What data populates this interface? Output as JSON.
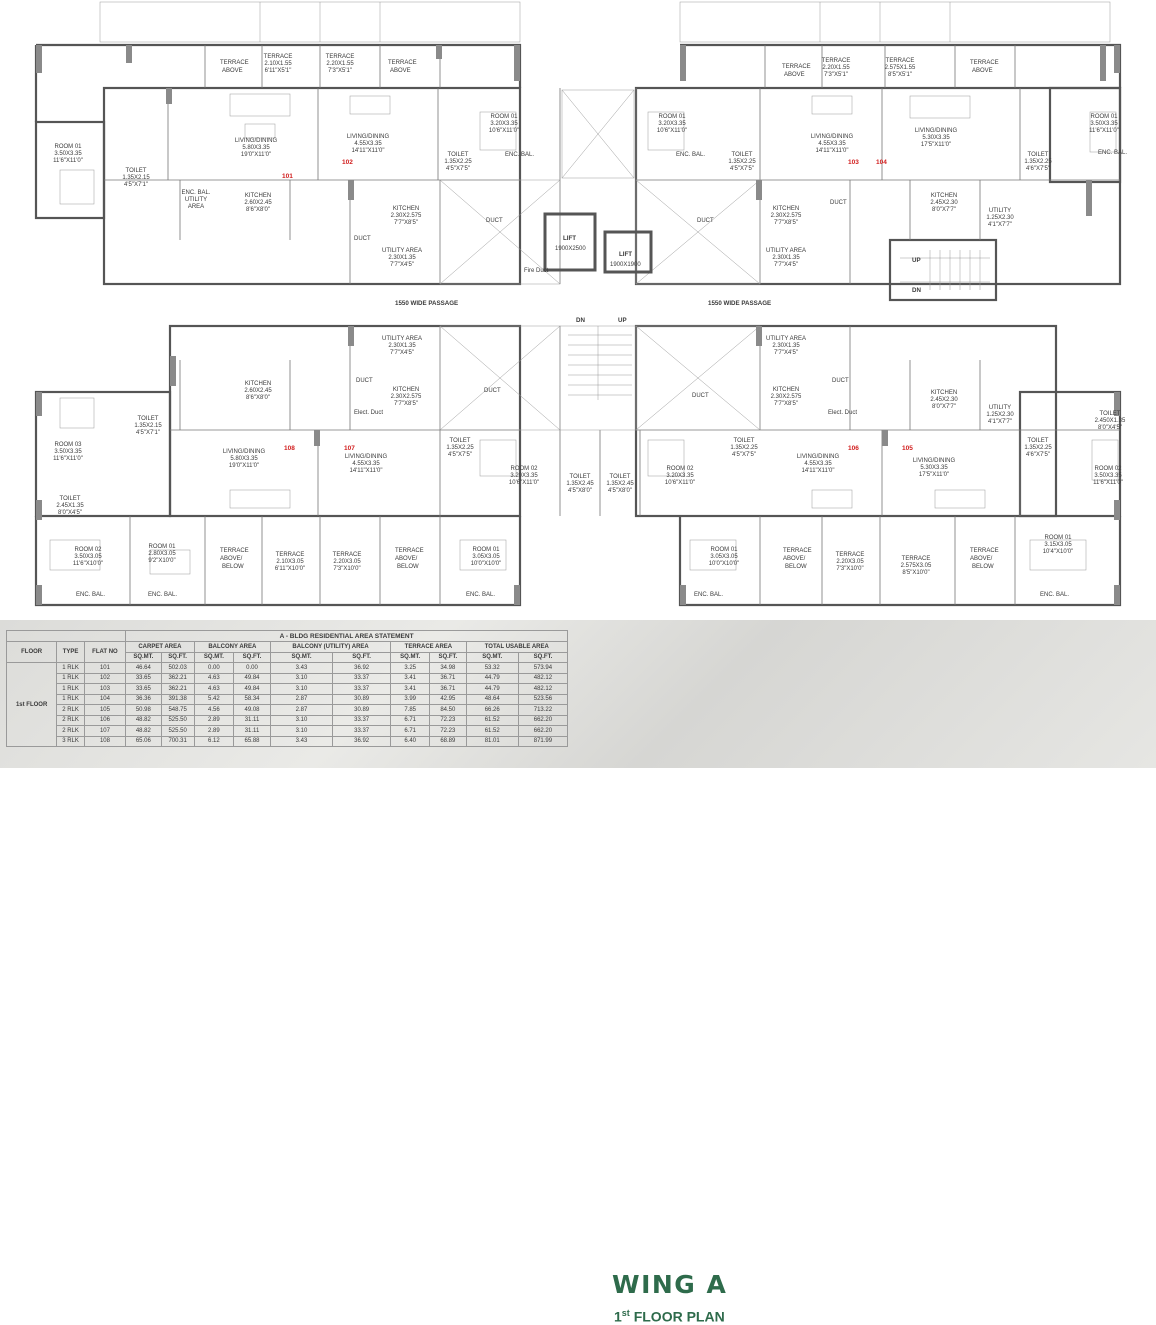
{
  "plan": {
    "flat_numbers": [
      "101",
      "102",
      "103",
      "104",
      "105",
      "106",
      "107",
      "108"
    ],
    "passage_label": "1550 WIDE PASSAGE",
    "stair": {
      "dn": "DN",
      "up": "UP"
    },
    "duct": "DUCT",
    "elect_duct": "Elect. Duct",
    "fire_duct": "Fire Duct",
    "lift1": {
      "name": "LIFT",
      "size": "1900X2500"
    },
    "lift2": {
      "name": "LIFT",
      "size": "1900X1900"
    },
    "enc_bal": "ENC. BAL.",
    "terrace_above": [
      "TERRACE",
      "ABOVE"
    ],
    "terrace_above_below": [
      "TERRACE",
      "ABOVE/",
      "BELOW"
    ],
    "rooms": [
      {
        "n": "TERRACE",
        "m": "2.10X1.55",
        "i": "6'11\"X5'1\""
      },
      {
        "n": "TERRACE",
        "m": "2.20X1.55",
        "i": "7'3\"X5'1\""
      },
      {
        "n": "TERRACE",
        "m": "2.20X1.55",
        "i": "7'3\"X5'1\""
      },
      {
        "n": "TERRACE",
        "m": "2.575X1.55",
        "i": "8'5\"X5'1\""
      },
      {
        "n": "ROOM 01",
        "m": "3.50X3.35",
        "i": "11'6\"X11'0\""
      },
      {
        "n": "TOILET",
        "m": "1.35X2.15",
        "i": "4'5\"X7'1\""
      },
      {
        "n": "LIVING/DINING",
        "m": "5.80X3.35",
        "i": "19'0\"X11'0\""
      },
      {
        "n": "LIVING/DINING",
        "m": "4.55X3.35",
        "i": "14'11\"X11'0\""
      },
      {
        "n": "ROOM 01",
        "m": "3.20X3.35",
        "i": "10'6\"X11'0\""
      },
      {
        "n": "TOILET",
        "m": "1.35X2.25",
        "i": "4'5\"X7'5\""
      },
      {
        "n": "ROOM 01",
        "m": "3.20X3.35",
        "i": "10'6\"X11'0\""
      },
      {
        "n": "TOILET",
        "m": "1.35X2.25",
        "i": "4'5\"X7'5\""
      },
      {
        "n": "LIVING/DINING",
        "m": "4.55X3.35",
        "i": "14'11\"X11'0\""
      },
      {
        "n": "LIVING/DINING",
        "m": "5.30X3.35",
        "i": "17'5\"X11'0\""
      },
      {
        "n": "TOILET",
        "m": "1.35X2.25",
        "i": "4'6\"X7'5\""
      },
      {
        "n": "ROOM 01",
        "m": "3.50X3.35",
        "i": "11'6\"X11'0\""
      },
      {
        "n": "ENC. BAL.",
        "m": "UTILITY",
        "i": "AREA"
      },
      {
        "n": "KITCHEN",
        "m": "2.60X2.45",
        "i": "8'6\"X8'0\""
      },
      {
        "n": "KITCHEN",
        "m": "2.30X2.575",
        "i": "7'7\"X8'5\""
      },
      {
        "n": "UTILITY AREA",
        "m": "2.30X1.35",
        "i": "7'7\"X4'5\""
      },
      {
        "n": "KITCHEN",
        "m": "2.30X2.575",
        "i": "7'7\"X8'5\""
      },
      {
        "n": "UTILITY AREA",
        "m": "2.30X1.35",
        "i": "7'7\"X4'5\""
      },
      {
        "n": "KITCHEN",
        "m": "2.45X2.30",
        "i": "8'0\"X7'7\""
      },
      {
        "n": "UTILITY",
        "m": "1.25X2.30",
        "i": "4'1\"X7'7\""
      },
      {
        "n": "KITCHEN",
        "m": "2.60X2.45",
        "i": "8'6\"X8'0\""
      },
      {
        "n": "KITCHEN",
        "m": "2.30X2.575",
        "i": "7'7\"X8'5\""
      },
      {
        "n": "UTILITY AREA",
        "m": "2.30X1.35",
        "i": "7'7\"X4'5\""
      },
      {
        "n": "KITCHEN",
        "m": "2.30X2.575",
        "i": "7'7\"X8'5\""
      },
      {
        "n": "UTILITY AREA",
        "m": "2.30X1.35",
        "i": "7'7\"X4'5\""
      },
      {
        "n": "KITCHEN",
        "m": "2.45X2.30",
        "i": "8'0\"X7'7\""
      },
      {
        "n": "UTILITY",
        "m": "1.25X2.30",
        "i": "4'1\"X7'7\""
      },
      {
        "n": "ROOM 03",
        "m": "3.50X3.35",
        "i": "11'6\"X11'0\""
      },
      {
        "n": "TOILET",
        "m": "1.35X2.15",
        "i": "4'5\"X7'1\""
      },
      {
        "n": "LIVING/DINING",
        "m": "5.80X3.35",
        "i": "19'0\"X11'0\""
      },
      {
        "n": "LIVING/DINING",
        "m": "4.55X3.35",
        "i": "14'11\"X11'0\""
      },
      {
        "n": "TOILET",
        "m": "1.35X2.25",
        "i": "4'5\"X7'5\""
      },
      {
        "n": "ROOM 02",
        "m": "3.20X3.35",
        "i": "10'6\"X11'0\""
      },
      {
        "n": "TOILET",
        "m": "1.35X2.45",
        "i": "4'5\"X8'0\""
      },
      {
        "n": "TOILET",
        "m": "1.35X2.45",
        "i": "4'5\"X8'0\""
      },
      {
        "n": "ROOM 02",
        "m": "3.20X3.35",
        "i": "10'6\"X11'0\""
      },
      {
        "n": "TOILET",
        "m": "1.35X2.25",
        "i": "4'5\"X7'5\""
      },
      {
        "n": "LIVING/DINING",
        "m": "4.55X3.35",
        "i": "14'11\"X11'0\""
      },
      {
        "n": "LIVING/DINING",
        "m": "5.30X3.35",
        "i": "17'5\"X11'0\""
      },
      {
        "n": "TOILET",
        "m": "1.35X2.25",
        "i": "4'6\"X7'5\""
      },
      {
        "n": "TOILET",
        "m": "2.450X1.35",
        "i": "8'0\"X4'5\""
      },
      {
        "n": "ROOM 02",
        "m": "3.50X3.35",
        "i": "11'6\"X11'0\""
      },
      {
        "n": "TOILET",
        "m": "2.45X1.35",
        "i": "8'0\"X4'5\""
      },
      {
        "n": "ROOM 02",
        "m": "3.50X3.05",
        "i": "11'6\"X10'0\""
      },
      {
        "n": "ROOM 01",
        "m": "2.80X3.05",
        "i": "9'2\"X10'0\""
      },
      {
        "n": "TERRACE",
        "m": "2.10X3.05",
        "i": "6'11\"X10'0\""
      },
      {
        "n": "TERRACE",
        "m": "2.20X3.05",
        "i": "7'3\"X10'0\""
      },
      {
        "n": "ROOM 01",
        "m": "3.05X3.05",
        "i": "10'0\"X10'0\""
      },
      {
        "n": "ROOM 01",
        "m": "3.05X3.05",
        "i": "10'0\"X10'0\""
      },
      {
        "n": "TERRACE",
        "m": "2.20X3.05",
        "i": "7'3\"X10'0\""
      },
      {
        "n": "TERRACE",
        "m": "2.575X3.05",
        "i": "8'5\"X10'0\""
      },
      {
        "n": "ROOM 01",
        "m": "3.15X3.05",
        "i": "10'4\"X10'0\""
      }
    ]
  },
  "table": {
    "title": "A - BLDG RESIDENTIAL AREA STATEMENT",
    "headers": {
      "floor": "FLOOR",
      "type": "TYPE",
      "flat_no": "FLAT NO",
      "carpet": "CARPET AREA",
      "balcony": "BALCONY AREA",
      "balcony_utility": "BALCONY (UTILITY) AREA",
      "terrace": "TERRACE AREA",
      "total": "TOTAL USABLE AREA",
      "sqmt": "SQ.MT.",
      "sqft": "SQ.FT."
    },
    "floor_label": "1st FLOOR",
    "rows": [
      {
        "type": "1 RLK",
        "flat": "101",
        "c_m": "46.64",
        "c_f": "502.03",
        "b_m": "0.00",
        "b_f": "0.00",
        "u_m": "3.43",
        "u_f": "36.92",
        "t_m": "3.25",
        "t_f": "34.98",
        "tot_m": "53.32",
        "tot_f": "573.94"
      },
      {
        "type": "1 RLK",
        "flat": "102",
        "c_m": "33.65",
        "c_f": "362.21",
        "b_m": "4.63",
        "b_f": "49.84",
        "u_m": "3.10",
        "u_f": "33.37",
        "t_m": "3.41",
        "t_f": "36.71",
        "tot_m": "44.79",
        "tot_f": "482.12"
      },
      {
        "type": "1 RLK",
        "flat": "103",
        "c_m": "33.65",
        "c_f": "362.21",
        "b_m": "4.63",
        "b_f": "49.84",
        "u_m": "3.10",
        "u_f": "33.37",
        "t_m": "3.41",
        "t_f": "36.71",
        "tot_m": "44.79",
        "tot_f": "482.12"
      },
      {
        "type": "1 RLK",
        "flat": "104",
        "c_m": "36.36",
        "c_f": "391.38",
        "b_m": "5.42",
        "b_f": "58.34",
        "u_m": "2.87",
        "u_f": "30.89",
        "t_m": "3.99",
        "t_f": "42.95",
        "tot_m": "48.64",
        "tot_f": "523.56"
      },
      {
        "type": "2 RLK",
        "flat": "105",
        "c_m": "50.98",
        "c_f": "548.75",
        "b_m": "4.56",
        "b_f": "49.08",
        "u_m": "2.87",
        "u_f": "30.89",
        "t_m": "7.85",
        "t_f": "84.50",
        "tot_m": "66.26",
        "tot_f": "713.22"
      },
      {
        "type": "2 RLK",
        "flat": "106",
        "c_m": "48.82",
        "c_f": "525.50",
        "b_m": "2.89",
        "b_f": "31.11",
        "u_m": "3.10",
        "u_f": "33.37",
        "t_m": "6.71",
        "t_f": "72.23",
        "tot_m": "61.52",
        "tot_f": "662.20"
      },
      {
        "type": "2 RLK",
        "flat": "107",
        "c_m": "48.82",
        "c_f": "525.50",
        "b_m": "2.89",
        "b_f": "31.11",
        "u_m": "3.10",
        "u_f": "33.37",
        "t_m": "6.71",
        "t_f": "72.23",
        "tot_m": "61.52",
        "tot_f": "662.20"
      },
      {
        "type": "3 RLK",
        "flat": "108",
        "c_m": "65.06",
        "c_f": "700.31",
        "b_m": "6.12",
        "b_f": "65.88",
        "u_m": "3.43",
        "u_f": "36.92",
        "t_m": "6.40",
        "t_f": "68.89",
        "tot_m": "81.01",
        "tot_f": "871.99"
      }
    ]
  },
  "wing_title": "WING A",
  "floor_title": {
    "num": "1",
    "sup": "st",
    "rest": " FLOOR PLAN"
  }
}
